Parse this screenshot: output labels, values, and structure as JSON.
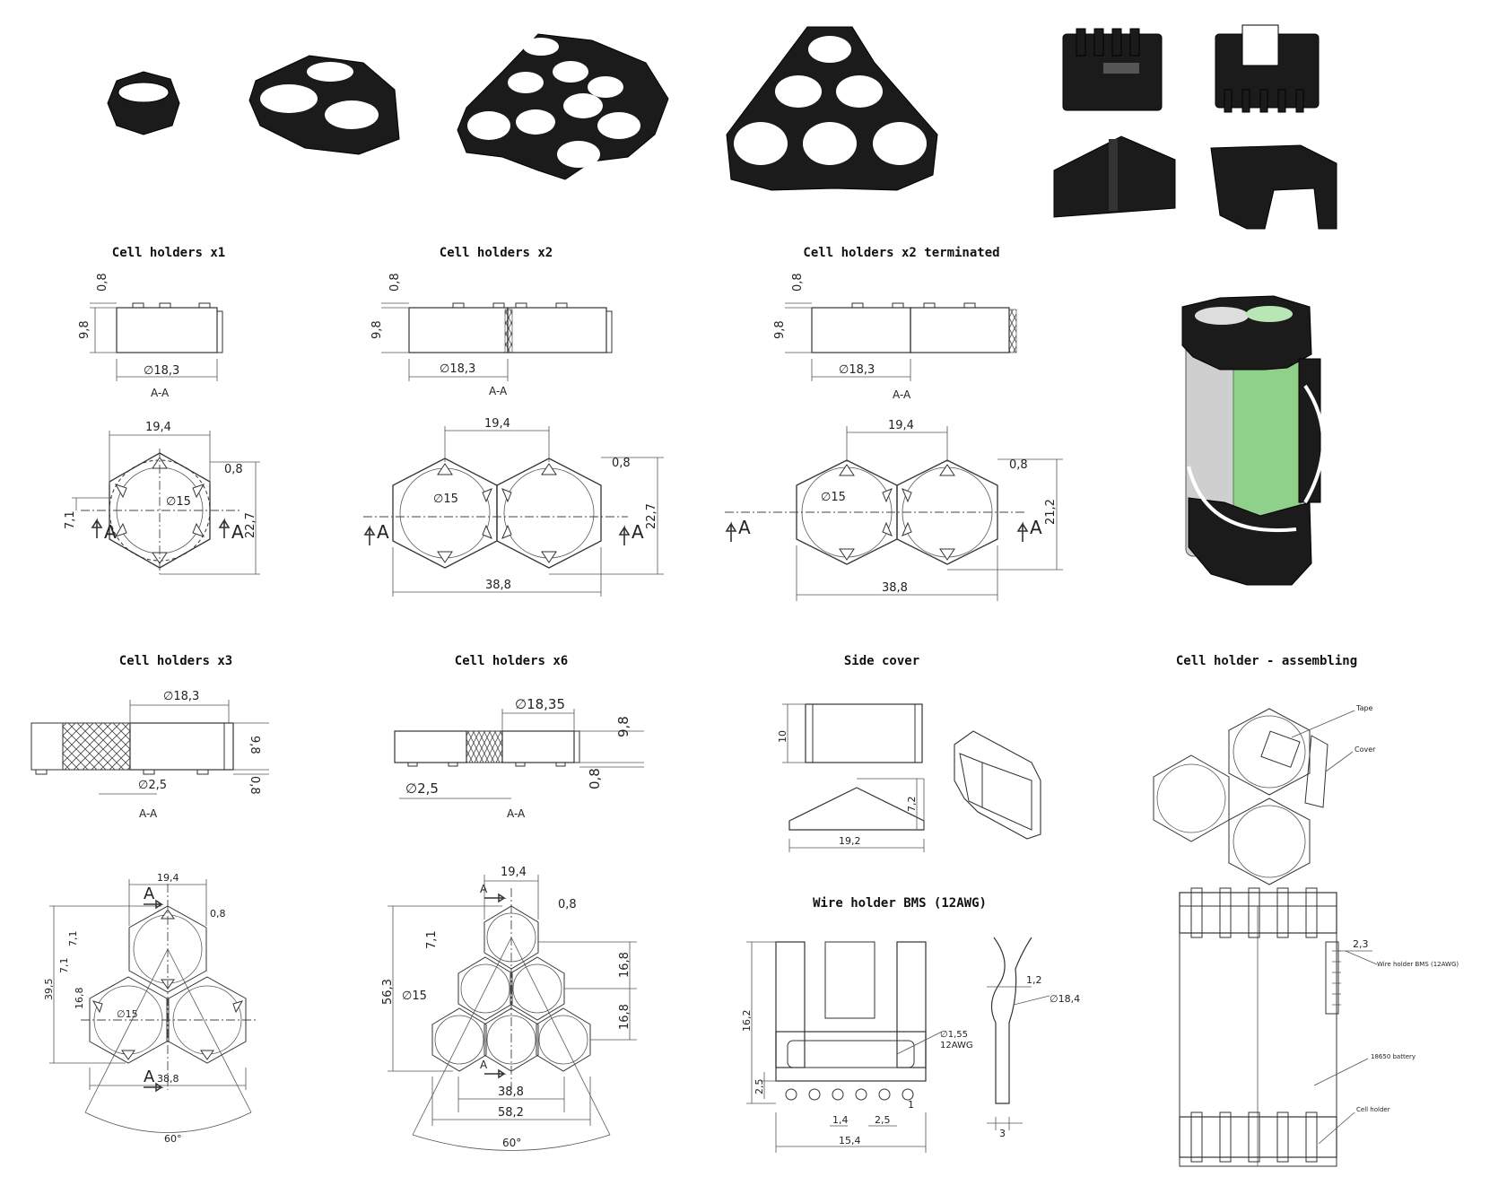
{
  "sections": {
    "cell_x1": {
      "title": "Cell holders x1",
      "section_label": "A-A",
      "dims": {
        "h_top": "0,8",
        "h_body": "9,8",
        "dia": "∅18,3",
        "width": "19,4",
        "tab": "0,8",
        "inner": "∅15",
        "offset": "7,1",
        "height": "22,7",
        "arrow": "A"
      }
    },
    "cell_x2": {
      "title": "Cell holders x2",
      "section_label": "A-A",
      "dims": {
        "h_top": "0,8",
        "h_body": "9,8",
        "dia": "∅18,3",
        "pitch": "19,4",
        "tab": "0,8",
        "inner": "∅15",
        "height": "22,7",
        "length": "38,8",
        "arrow": "A"
      }
    },
    "cell_x2t": {
      "title": "Cell holders x2 terminated",
      "section_label": "A-A",
      "dims": {
        "h_top": "0,8",
        "h_body": "9,8",
        "dia": "∅18,3",
        "pitch": "19,4",
        "tab": "0,8",
        "inner": "∅15",
        "height": "21,2",
        "length": "38,8",
        "arrow": "A"
      }
    },
    "cell_x3": {
      "title": "Cell holders x3",
      "section_label": "A-A",
      "dims": {
        "dia": "∅18,3",
        "hole": "∅2,5",
        "h_body": "9,8",
        "h_bottom": "0,8",
        "width": "19,4",
        "tab": "0,8",
        "offset_a": "7,1",
        "offset_b": "7,1",
        "pitch": "16,8",
        "overall": "39,5",
        "inner": "∅15",
        "length": "38,8",
        "angle": "60°",
        "arrow": "A"
      }
    },
    "cell_x6": {
      "title": "Cell holders x6",
      "section_label": "A-A",
      "dims": {
        "dia": "∅18,35",
        "hole": "∅2,5",
        "h_body": "9,8",
        "h_bottom": "0,8",
        "width": "19,4",
        "tab": "0,8",
        "offset": "7,1",
        "overall": "56,3",
        "inner": "∅15",
        "pitch_a": "16,8",
        "pitch_b": "16,8",
        "length_a": "38,8",
        "length_b": "58,2",
        "angle": "60°",
        "arrow": "A"
      }
    },
    "side_cover": {
      "title": "Side cover",
      "dims": {
        "height": "10",
        "tri_h": "7,2",
        "base": "19,2"
      }
    },
    "wire_holder": {
      "title": "Wire holder BMS (12AWG)",
      "dims": {
        "height": "16,2",
        "slot": "2,5",
        "gap": "1,4",
        "pitch": "2,5",
        "one": "1",
        "width": "15,4",
        "thick": "1,2",
        "dia": "∅18,4",
        "depth": "3",
        "wire_dia": "∅1,55",
        "awg": "12AWG"
      }
    },
    "assembling": {
      "title": "Cell holder - assembling",
      "labels": {
        "tape": "Tape",
        "cover": "Cover",
        "wire": "Wire holder BMS (12AWG)",
        "battery": "18650 battery",
        "holder": "Cell holder",
        "offset": "2,3"
      }
    }
  },
  "colors": {
    "ink": "#333333",
    "photo": "#1b1b1b",
    "cell_green": "#8fd08a"
  }
}
